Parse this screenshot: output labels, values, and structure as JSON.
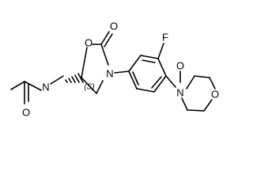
{
  "structure": {
    "atom_labels": {
      "carbonyl_oxygen_left": "O",
      "amide_nitrogen": "N",
      "ring_oxygen": "O",
      "ring_carbonyl_oxygen": "O",
      "ring_nitrogen": "N",
      "fluorine": "F",
      "morpholine_nitrogen": "N",
      "n_oxide_oxygen": "O",
      "morpholine_oxygen": "O"
    },
    "stereo_descriptor": "(S)"
  }
}
